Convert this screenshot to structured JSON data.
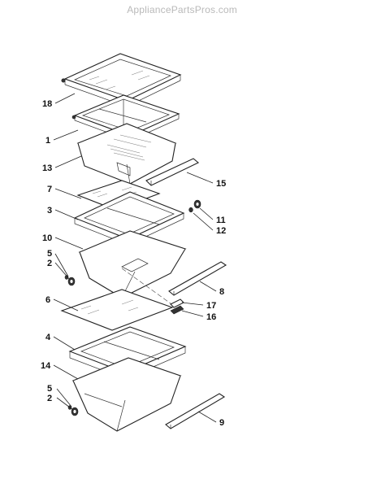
{
  "watermark": "AppliancePartsPros.com",
  "callouts": {
    "c18": "18",
    "c1": "1",
    "c13": "13",
    "c15": "15",
    "c7": "7",
    "c3": "3",
    "c11": "11",
    "c12": "12",
    "c10": "10",
    "c5a": "5",
    "c2a": "2",
    "c8": "8",
    "c6": "6",
    "c17": "17",
    "c16": "16",
    "c4": "4",
    "c14": "14",
    "c5b": "5",
    "c2b": "2",
    "c9": "9"
  }
}
